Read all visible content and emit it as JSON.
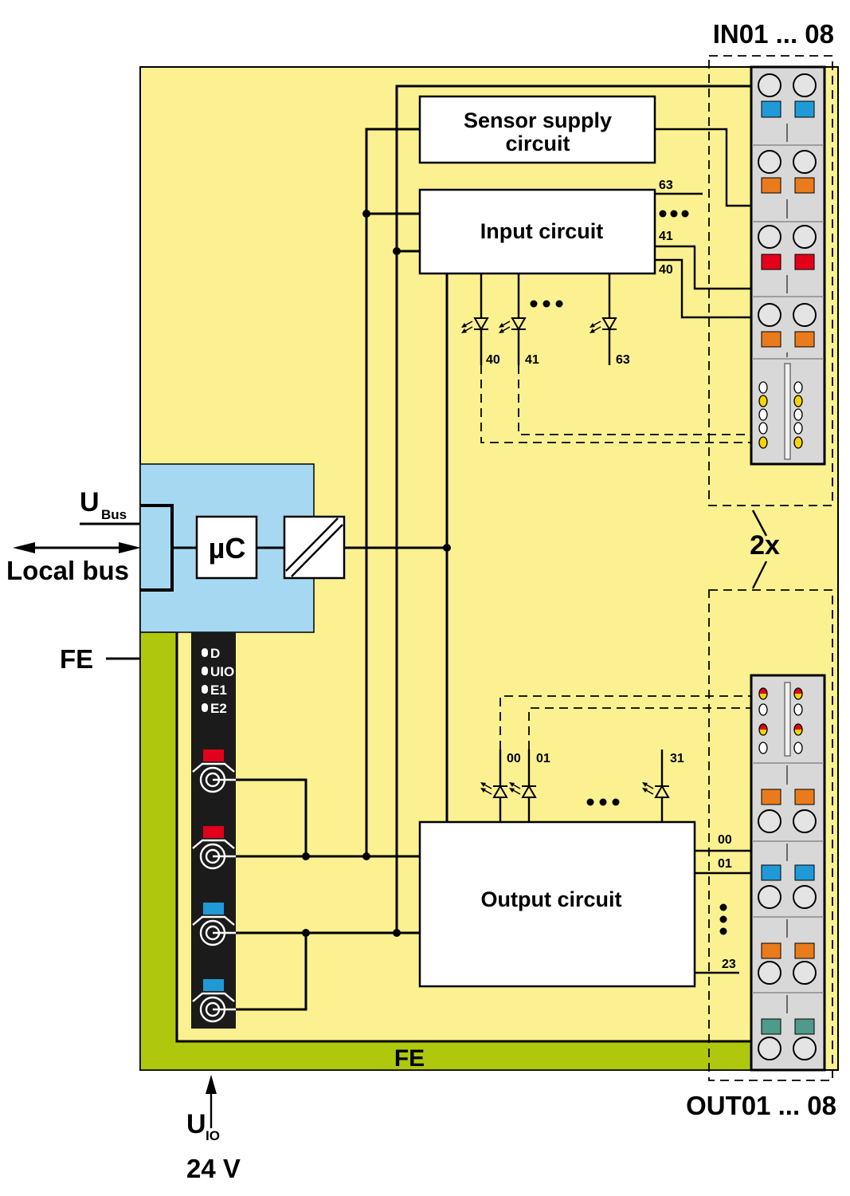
{
  "diagram": {
    "in_connector_label": "IN01 ... 08",
    "out_connector_label": "OUT01 ... 08",
    "multiplier": "2x",
    "sensor_supply": {
      "line1": "Sensor supply",
      "line2": "circuit"
    },
    "input_circuit": {
      "label": "Input circuit",
      "pins": [
        "63",
        "41",
        "40"
      ],
      "leds": [
        "40",
        "41",
        "63"
      ]
    },
    "output_circuit": {
      "label": "Output circuit",
      "pins": [
        "00",
        "01",
        "23"
      ],
      "leds": [
        "00",
        "01",
        "31"
      ]
    },
    "microcontroller": "µC",
    "bus": {
      "symbol": "U",
      "subscript": "Bus",
      "local_bus": "Local bus"
    },
    "fe": {
      "left": "FE",
      "bottom": "FE"
    },
    "status_leds": [
      "D",
      "UIO",
      "E1",
      "E2"
    ],
    "supply": {
      "symbol": "U",
      "subscript": "IO",
      "voltage": "24 V"
    }
  },
  "colors": {
    "housing": "#fbf190",
    "bus_area": "#a6d9f1",
    "fe": "#afc80e",
    "terminal_red": "#e3001b",
    "terminal_orange": "#ea7b1c",
    "terminal_blue": "#1f9ad7",
    "terminal_teal": "#4f9a8a",
    "led_yellow": "#f5d400"
  }
}
